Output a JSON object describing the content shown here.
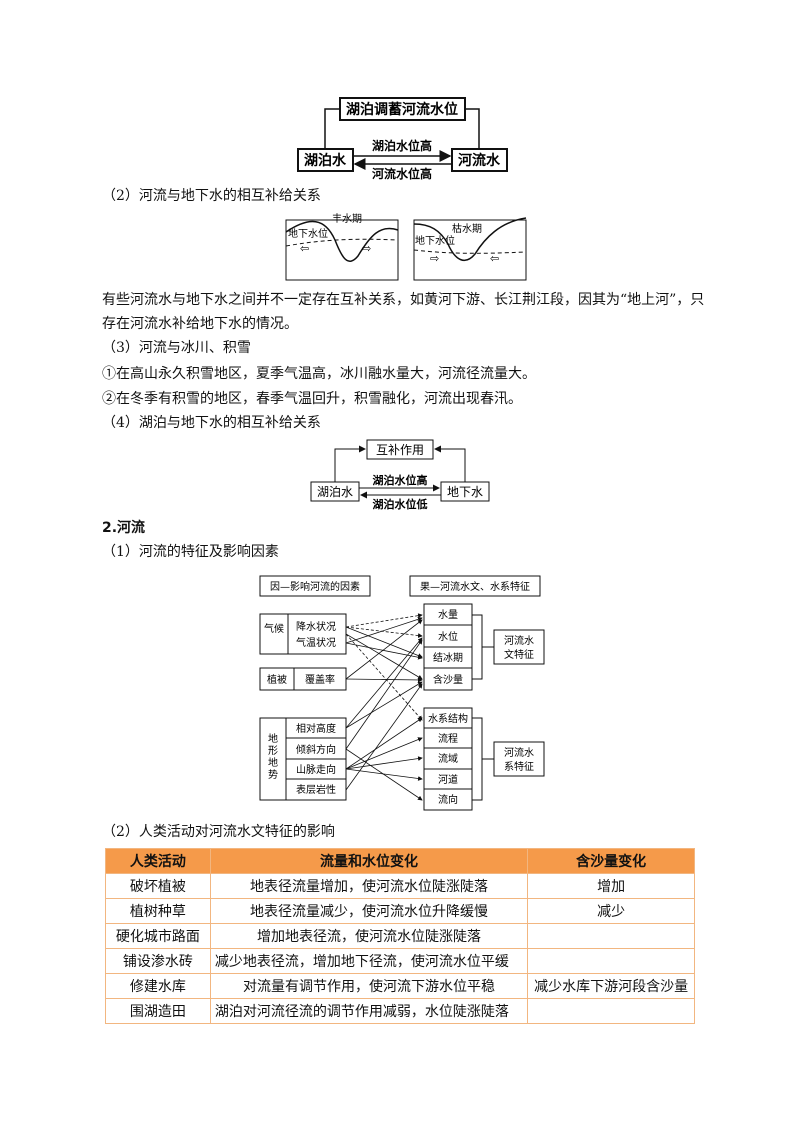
{
  "diagram1": {
    "top_box": "湖泊调蓄河流水位",
    "left_box": "湖泊水",
    "right_box": "河流水",
    "upper_label": "湖泊水位高",
    "lower_label": "河流水位高"
  },
  "section2_title": "（2）河流与地下水的相互补给关系",
  "diagram2": {
    "left_season": "丰水期",
    "left_level": "地下水位",
    "right_season": "枯水期",
    "right_level": "地下水位"
  },
  "paragraph1_line1": "有些河流水与地下水之间并不一定存在互补关系，如黄河下游、长江荆江段，因其为“地上河”，只",
  "paragraph1_line2": "存在河流水补给地下水的情况。",
  "section3_title": "（3）河流与冰川、积雪",
  "item1": "①在高山永久积雪地区，夏季气温高，冰川融水量大，河流径流量大。",
  "item2": "②在冬季有积雪的地区，春季气温回升，积雪融化，河流出现春汛。",
  "section4_title": "（4）湖泊与地下水的相互补给关系",
  "diagram3": {
    "top_box": "互补作用",
    "left_box": "湖泊水",
    "right_box": "地下水",
    "upper_label": "湖泊水位高",
    "lower_label": "湖泊水位低"
  },
  "heading2": "2.河流",
  "section5_title": "（1）河流的特征及影响因素",
  "diagram4": {
    "cause_header": "因—影响河流的因素",
    "effect_header": "果—河流水文、水系特征",
    "climate_label": "气候",
    "climate_items": [
      "降水状况",
      "气温状况"
    ],
    "vegetation_label": "植被",
    "vegetation_item": "覆盖率",
    "terrain_label": "地形地势",
    "terrain_items": [
      "相对高度",
      "倾斜方向",
      "山脉走向",
      "表层岩性"
    ],
    "hydro_items": [
      "水量",
      "水位",
      "结冰期",
      "含沙量"
    ],
    "hydro_label": "河流水文特征",
    "system_items": [
      "水系结构",
      "流程",
      "流域",
      "河道",
      "流向"
    ],
    "system_label": "河流水系特征"
  },
  "section6_title": "（2）人类活动对河流水文特征的影响",
  "table": {
    "headers": [
      "人类活动",
      "流量和水位变化",
      "含沙量变化"
    ],
    "rows": [
      [
        "破坏植被",
        "地表径流量增加，使河流水位陡涨陡落",
        "增加"
      ],
      [
        "植树种草",
        "地表径流量减少，使河流水位升降缓慢",
        "减少"
      ],
      [
        "硬化城市路面",
        "增加地表径流，使河流水位陡涨陡落",
        ""
      ],
      [
        "铺设渗水砖",
        "减少地表径流，增加地下径流，使河流水位平缓",
        ""
      ],
      [
        "修建水库",
        "对流量有调节作用，使河流下游水位平稳",
        "减少水库下游河段含沙量"
      ],
      [
        "围湖造田",
        "湖泊对河流径流的调节作用减弱，水位陡涨陡落",
        ""
      ]
    ]
  }
}
